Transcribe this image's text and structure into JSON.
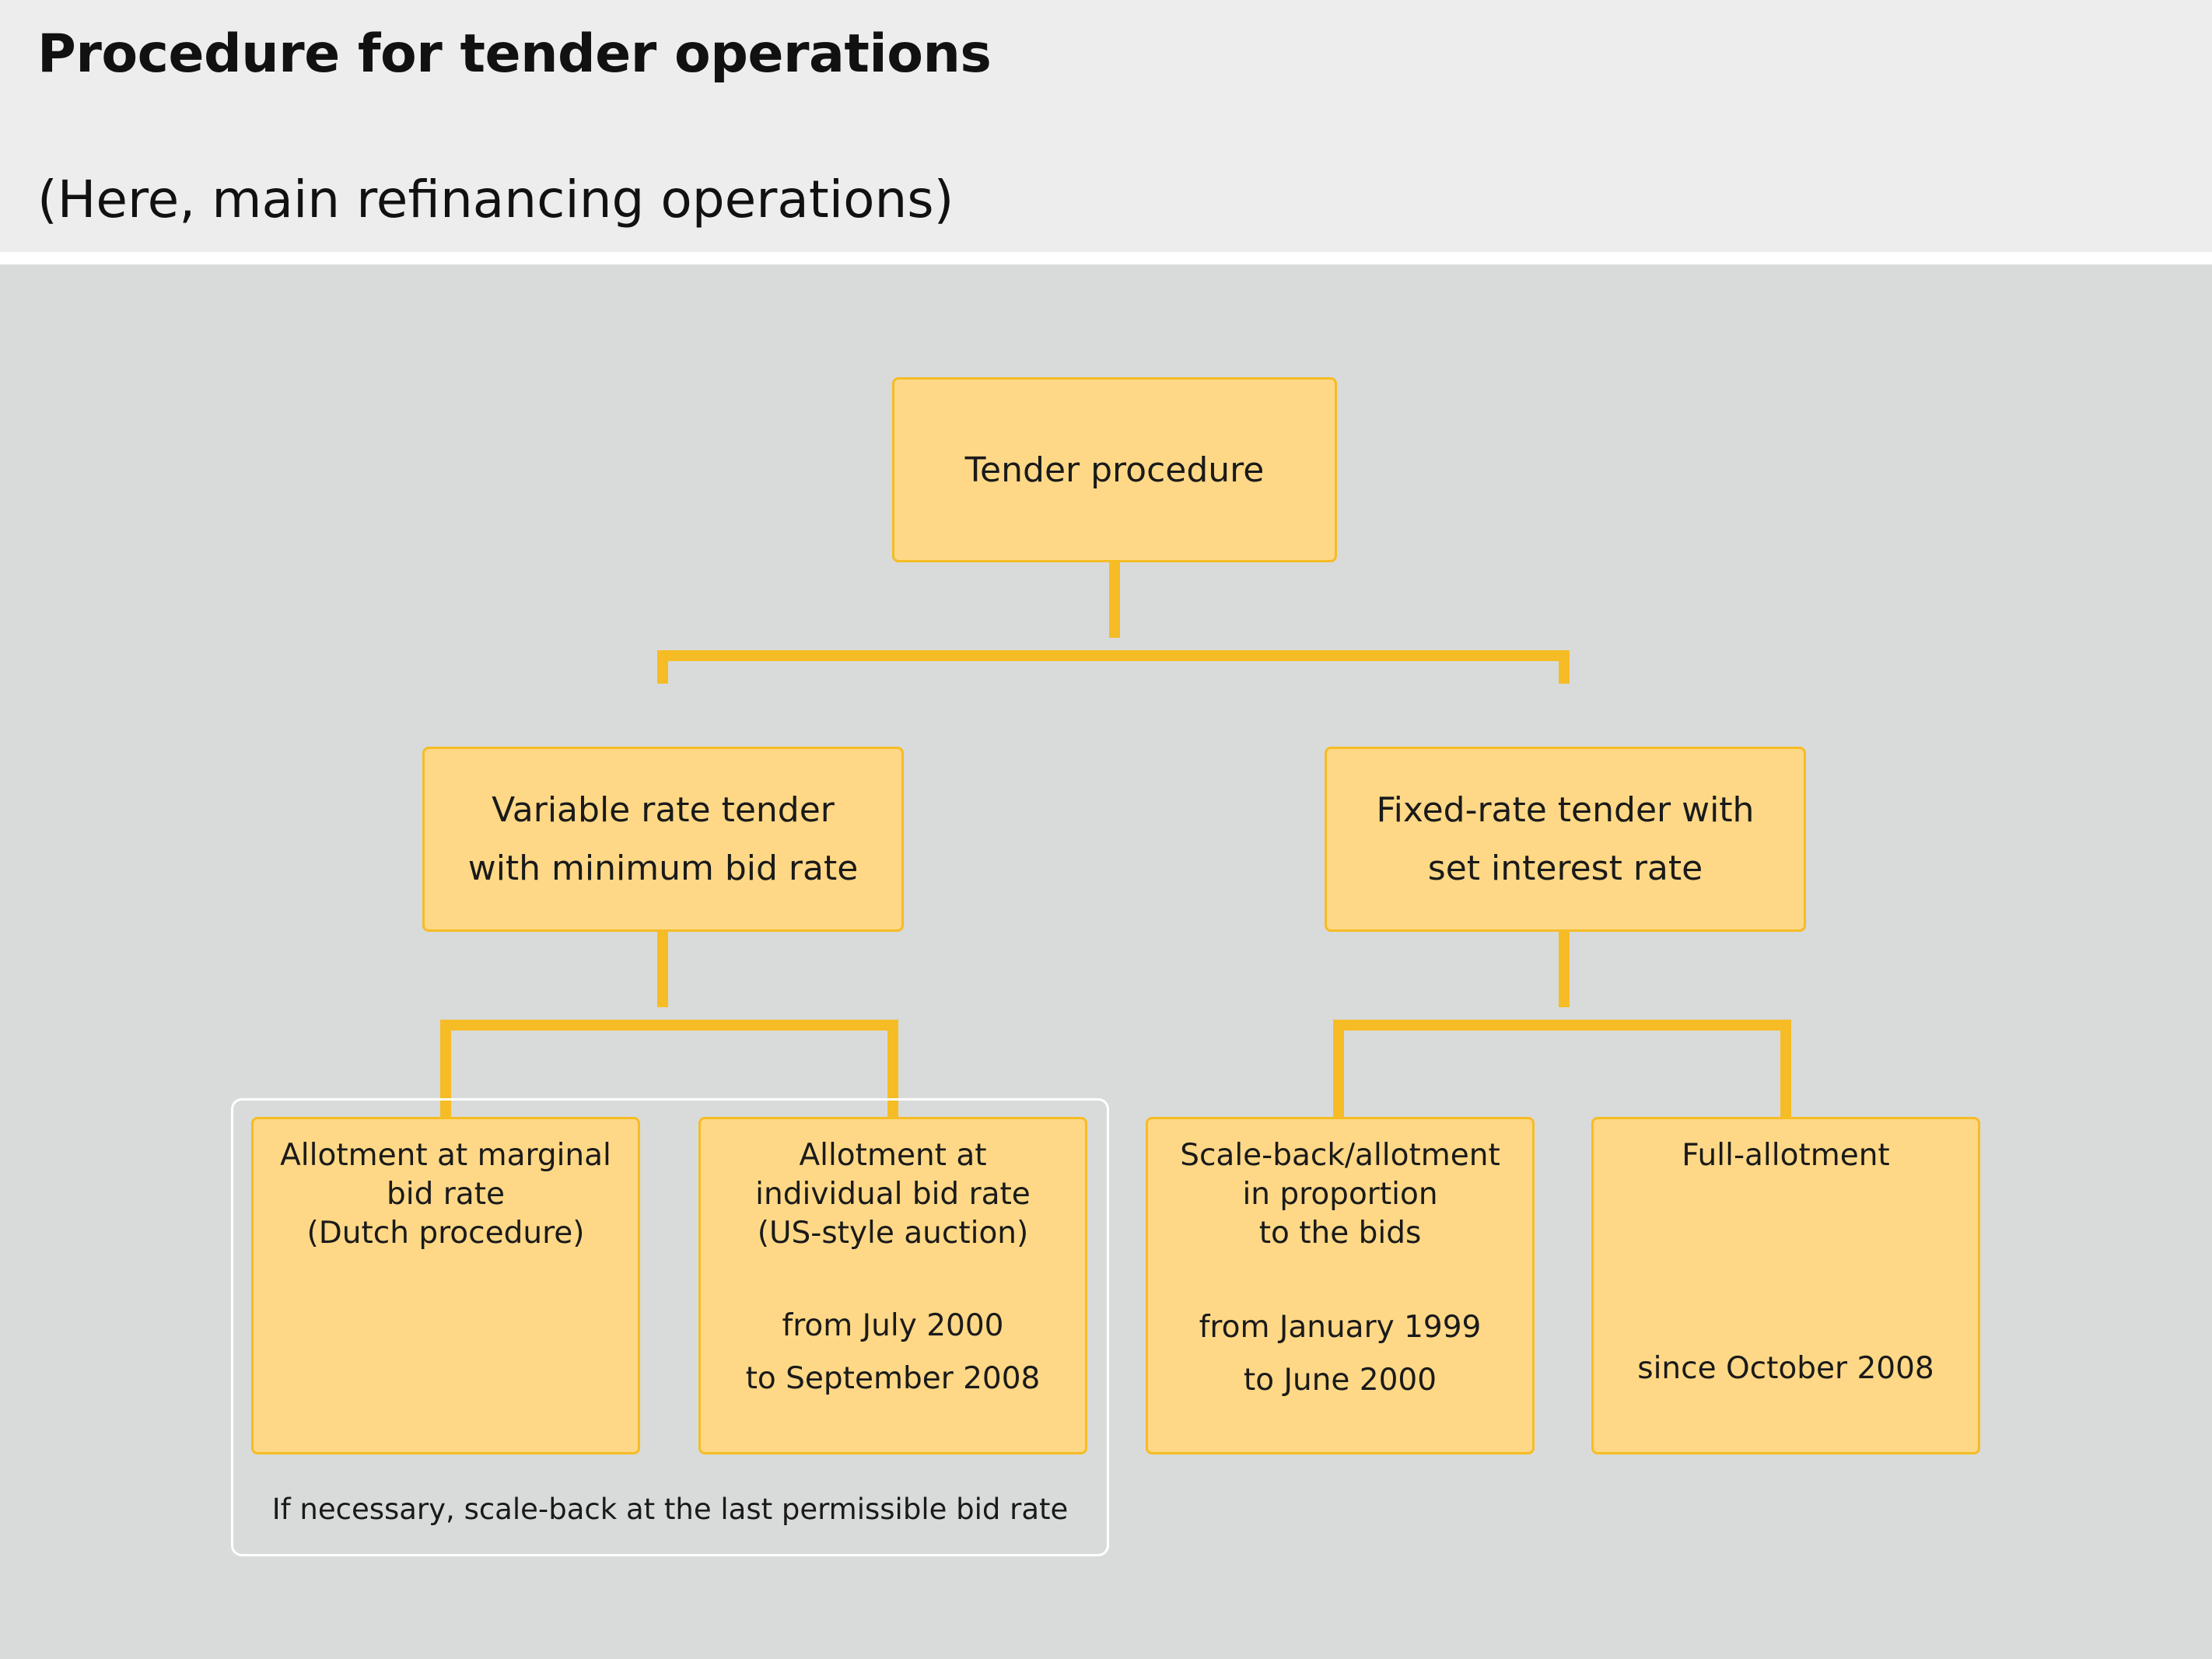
{
  "header": {
    "title": "Procedure for tender operations",
    "subtitle": "(Here, main refinancing operations)"
  },
  "colors": {
    "box_fill": "#fed886",
    "box_border": "#f6bc25",
    "connector": "#f6bc25",
    "header_bg": "#ededed",
    "canvas_bg": "#d9dbda"
  },
  "diagram": {
    "root": {
      "label": "Tender procedure"
    },
    "variable": {
      "line1": "Variable rate tender",
      "line2": "with minimum bid rate"
    },
    "fixed": {
      "line1": "Fixed-rate tender with",
      "line2": "set interest rate"
    },
    "dutch": {
      "line1": "Allotment at marginal",
      "line2": "bid rate",
      "line3": "(Dutch procedure)"
    },
    "us_style": {
      "line1": "Allotment at",
      "line2": "individual bid rate",
      "line3": "(US-style auction)",
      "period1": "from July 2000",
      "period2": "to September 2008"
    },
    "scale_back": {
      "line1": "Scale-back/allotment",
      "line2": "in proportion",
      "line3": "to the bids",
      "period1": "from January 1999",
      "period2": "to June 2000"
    },
    "full": {
      "line1": "Full-allotment",
      "period1": "since October 2008"
    },
    "group_note": "If necessary, scale-back at the last permissible bid rate"
  }
}
